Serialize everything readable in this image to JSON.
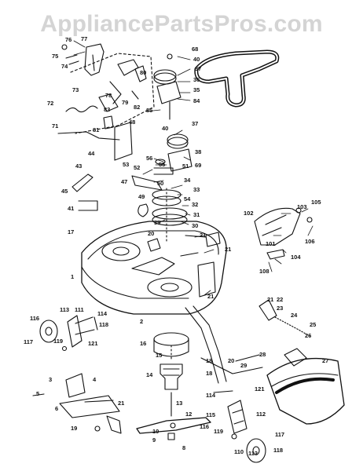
{
  "watermark": "AppliancePartsPros.com",
  "parts": [
    {
      "id": "p75",
      "label": "75"
    },
    {
      "id": "p76",
      "label": "76"
    },
    {
      "id": "p77",
      "label": "77"
    },
    {
      "id": "p74",
      "label": "74"
    },
    {
      "id": "p73",
      "label": "73"
    },
    {
      "id": "p78",
      "label": "78"
    },
    {
      "id": "p80",
      "label": "80"
    },
    {
      "id": "p79",
      "label": "79"
    },
    {
      "id": "p82",
      "label": "82"
    },
    {
      "id": "p72",
      "label": "72"
    },
    {
      "id": "p83",
      "label": "83"
    },
    {
      "id": "p81",
      "label": "81"
    },
    {
      "id": "p71",
      "label": "71"
    },
    {
      "id": "p48",
      "label": "48"
    },
    {
      "id": "p44",
      "label": "44"
    },
    {
      "id": "p43",
      "label": "43"
    },
    {
      "id": "p45",
      "label": "45"
    },
    {
      "id": "p41",
      "label": "41"
    },
    {
      "id": "p53",
      "label": "53"
    },
    {
      "id": "p47",
      "label": "47"
    },
    {
      "id": "p49",
      "label": "49"
    },
    {
      "id": "p17",
      "label": "17"
    },
    {
      "id": "p1",
      "label": "1"
    },
    {
      "id": "p68",
      "label": "68"
    },
    {
      "id": "p40a",
      "label": "40"
    },
    {
      "id": "p37a",
      "label": "37"
    },
    {
      "id": "p36",
      "label": "36"
    },
    {
      "id": "p35",
      "label": "35"
    },
    {
      "id": "p84",
      "label": "84"
    },
    {
      "id": "p85",
      "label": "85"
    },
    {
      "id": "p40b",
      "label": "40"
    },
    {
      "id": "p37b",
      "label": "37"
    },
    {
      "id": "p38",
      "label": "38"
    },
    {
      "id": "p69",
      "label": "69"
    },
    {
      "id": "p56",
      "label": "56"
    },
    {
      "id": "p55",
      "label": "55"
    },
    {
      "id": "p52",
      "label": "52"
    },
    {
      "id": "p50",
      "label": "50"
    },
    {
      "id": "p51",
      "label": "51"
    },
    {
      "id": "p34",
      "label": "34"
    },
    {
      "id": "p33",
      "label": "33"
    },
    {
      "id": "p54",
      "label": "54"
    },
    {
      "id": "p32",
      "label": "32"
    },
    {
      "id": "p31",
      "label": "31"
    },
    {
      "id": "p30",
      "label": "30"
    },
    {
      "id": "p39",
      "label": "39"
    },
    {
      "id": "p20",
      "label": "20"
    },
    {
      "id": "p21a",
      "label": "21"
    },
    {
      "id": "p21b",
      "label": "21"
    },
    {
      "id": "p21c",
      "label": "21"
    },
    {
      "id": "p102",
      "label": "102"
    },
    {
      "id": "p103",
      "label": "103"
    },
    {
      "id": "p105",
      "label": "105"
    },
    {
      "id": "p101",
      "label": "101"
    },
    {
      "id": "p104",
      "label": "104"
    },
    {
      "id": "p106",
      "label": "106"
    },
    {
      "id": "p108",
      "label": "108"
    },
    {
      "id": "p116a",
      "label": "116"
    },
    {
      "id": "p113a",
      "label": "113"
    },
    {
      "id": "p111",
      "label": "111"
    },
    {
      "id": "p114a",
      "label": "114"
    },
    {
      "id": "p118a",
      "label": "118"
    },
    {
      "id": "p117a",
      "label": "117"
    },
    {
      "id": "p119a",
      "label": "119"
    },
    {
      "id": "p121a",
      "label": "121"
    },
    {
      "id": "p2",
      "label": "2"
    },
    {
      "id": "p16",
      "label": "16"
    },
    {
      "id": "p15",
      "label": "15"
    },
    {
      "id": "p14",
      "label": "14"
    },
    {
      "id": "p18a",
      "label": "18"
    },
    {
      "id": "p18b",
      "label": "18"
    },
    {
      "id": "p20b",
      "label": "20"
    },
    {
      "id": "p29",
      "label": "29"
    },
    {
      "id": "p21d",
      "label": "21"
    },
    {
      "id": "p22",
      "label": "22"
    },
    {
      "id": "p23",
      "label": "23"
    },
    {
      "id": "p24",
      "label": "24"
    },
    {
      "id": "p25",
      "label": "25"
    },
    {
      "id": "p26",
      "label": "26"
    },
    {
      "id": "p28",
      "label": "28"
    },
    {
      "id": "p27",
      "label": "27"
    },
    {
      "id": "p3",
      "label": "3"
    },
    {
      "id": "p4",
      "label": "4"
    },
    {
      "id": "p5",
      "label": "5"
    },
    {
      "id": "p6",
      "label": "6"
    },
    {
      "id": "p21e",
      "label": "21"
    },
    {
      "id": "p19",
      "label": "19"
    },
    {
      "id": "p13",
      "label": "13"
    },
    {
      "id": "p12",
      "label": "12"
    },
    {
      "id": "p10",
      "label": "10"
    },
    {
      "id": "p9",
      "label": "9"
    },
    {
      "id": "p8",
      "label": "8"
    },
    {
      "id": "p114b",
      "label": "114"
    },
    {
      "id": "p121b",
      "label": "121"
    },
    {
      "id": "p112",
      "label": "112"
    },
    {
      "id": "p115",
      "label": "115"
    },
    {
      "id": "p116b",
      "label": "116"
    },
    {
      "id": "p119b",
      "label": "119"
    },
    {
      "id": "p113b",
      "label": "113"
    },
    {
      "id": "p117b",
      "label": "117"
    },
    {
      "id": "p118b",
      "label": "118"
    },
    {
      "id": "p110",
      "label": "110"
    }
  ]
}
